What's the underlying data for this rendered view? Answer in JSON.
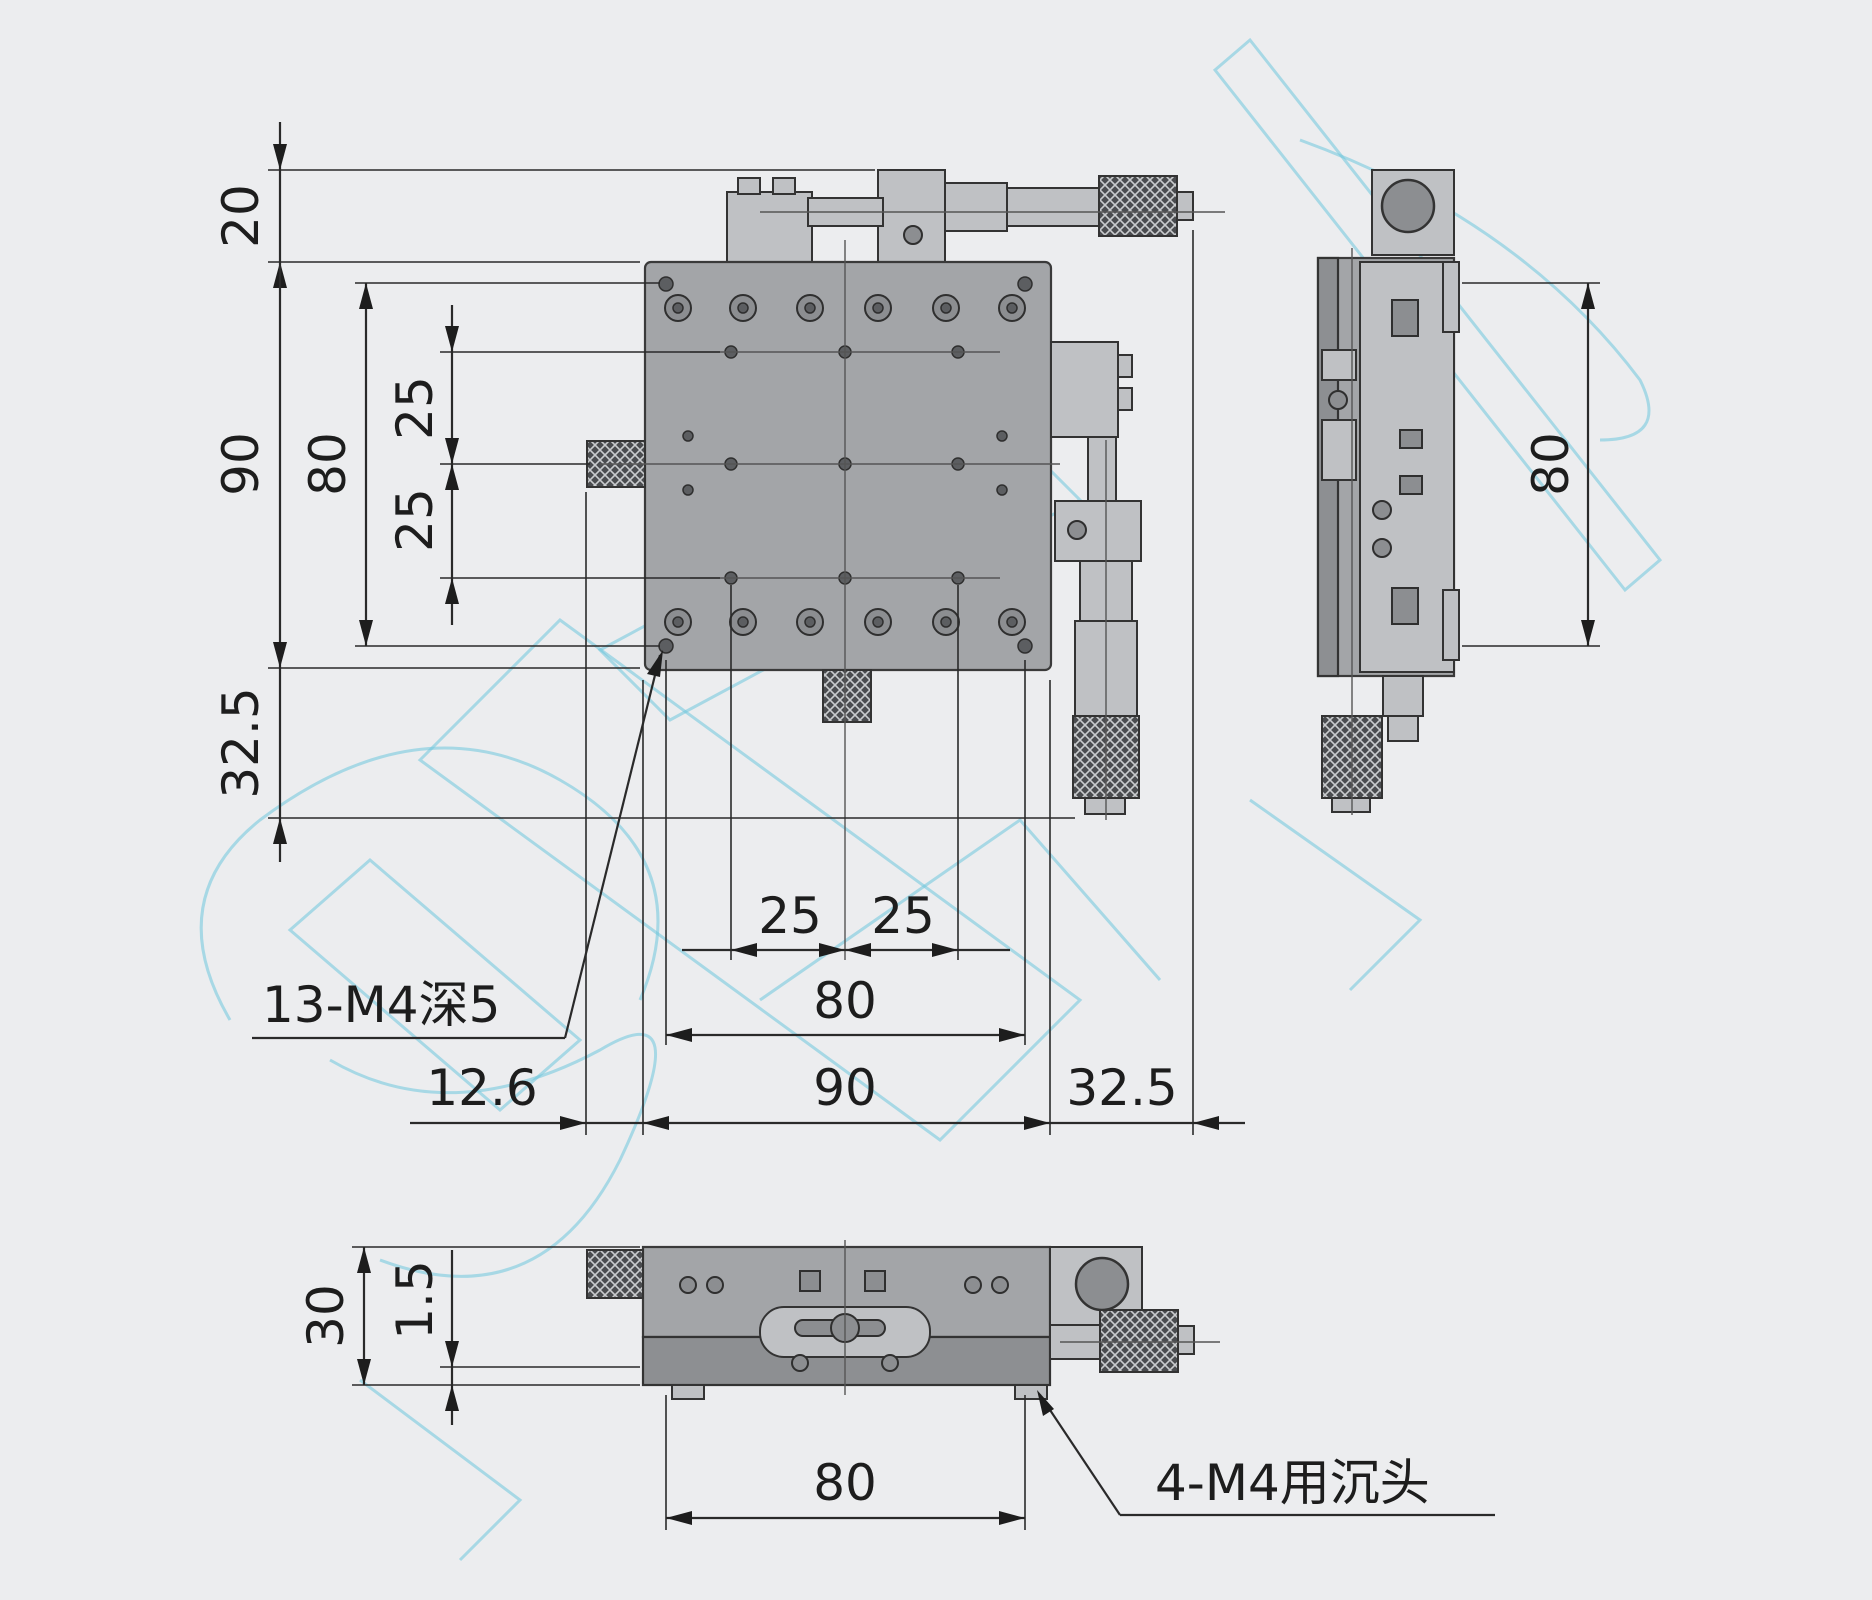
{
  "labels": {
    "top_20": "20",
    "left_90": "90",
    "left_80": "80",
    "left_25_upper": "25",
    "left_25_lower": "25",
    "left_32_5": "32.5",
    "bottom_25_left": "25",
    "bottom_25_right": "25",
    "bottom_80": "80",
    "callout_holes": "13-M4深5",
    "bottom_12_6": "12.6",
    "bottom_90": "90",
    "bottom_32_5": "32.5",
    "side_80": "80",
    "front_30": "30",
    "front_1_5": "1.5",
    "front_80": "80",
    "callout_counterbore": "4-M4用沉头"
  },
  "colors": {
    "background": "#ecedef",
    "body": "#a3a5a8",
    "line": "#2a2a2a",
    "watermark": "#6fc6dd"
  }
}
